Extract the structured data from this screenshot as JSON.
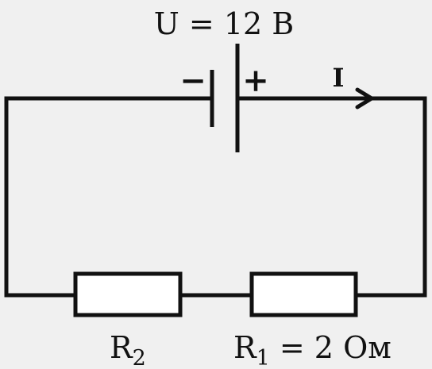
{
  "battery": {
    "voltage_label": "U = 12 В",
    "minus_sign": "−",
    "plus_sign": "+"
  },
  "current": {
    "label": "I"
  },
  "resistors": {
    "r2": {
      "base": "R",
      "sub": "2",
      "value_text": ""
    },
    "r1": {
      "base": "R",
      "sub": "1",
      "value_text": " = 2 Ом"
    }
  },
  "colors": {
    "wire": "#111111",
    "background": "#f0f0f0",
    "resistor_fill": "#ffffff"
  }
}
